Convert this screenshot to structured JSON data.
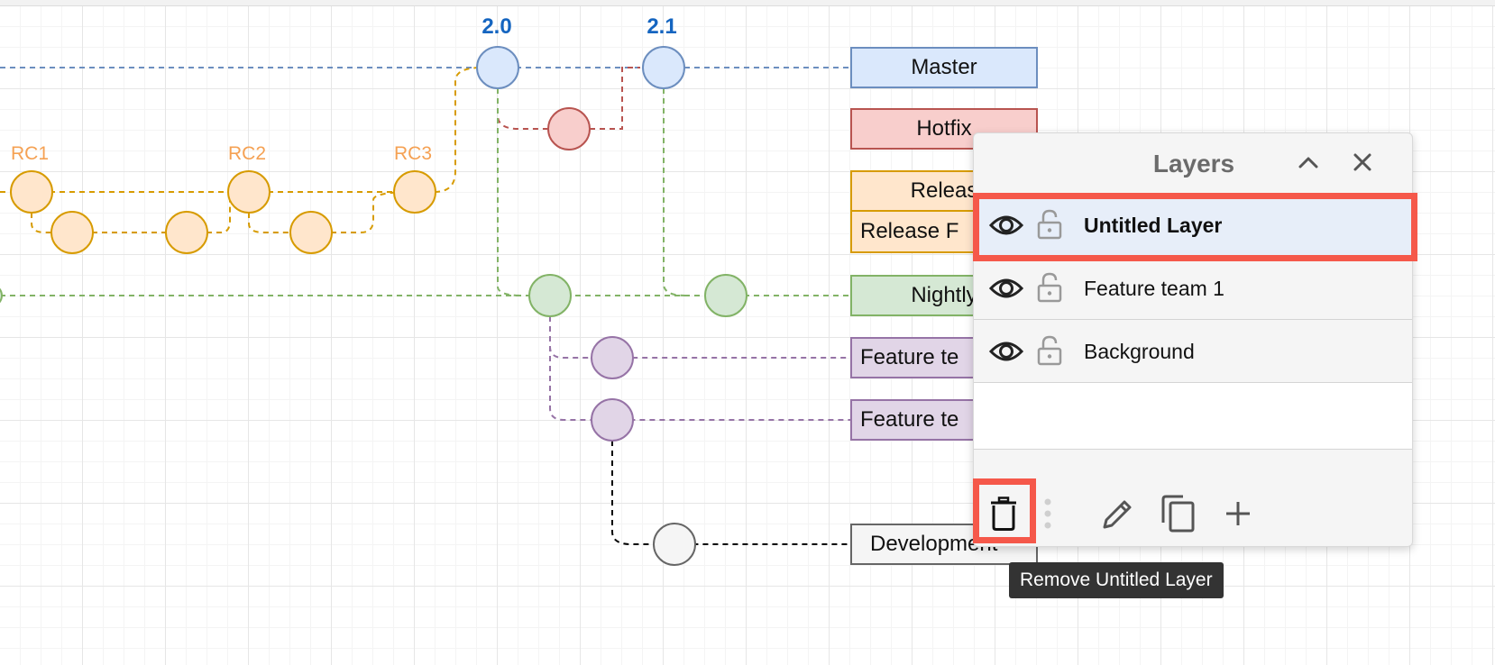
{
  "diagram": {
    "version_labels": [
      "2.0",
      "2.1"
    ],
    "rc_labels": [
      "RC1",
      "RC2",
      "RC3"
    ],
    "branches": {
      "master": "Master",
      "hotfix": "Hotfix",
      "release": "Releas",
      "release2": "Release F",
      "nightly": "Nightly",
      "feature1": "Feature te",
      "feature2": "Feature te",
      "development": "Development"
    },
    "colors": {
      "master_fill": "#dae8fc",
      "master_stroke": "#6c8ebf",
      "hotfix_fill": "#f8cecc",
      "hotfix_stroke": "#b85450",
      "release_fill": "#ffe6cc",
      "release_stroke": "#d79b00",
      "nightly_fill": "#d5e8d4",
      "nightly_stroke": "#82b366",
      "feature_fill": "#e1d5e7",
      "feature_stroke": "#9673a6",
      "dev_fill": "#f5f5f5",
      "dev_stroke": "#666666",
      "highlight": "#f5584a"
    }
  },
  "layers_panel": {
    "title": "Layers",
    "collapse_icon": "chevron-up-icon",
    "close_icon": "close-icon",
    "layers": [
      {
        "name": "Untitled Layer",
        "selected": true,
        "visible": true,
        "locked": false
      },
      {
        "name": "Feature team 1",
        "selected": false,
        "visible": true,
        "locked": false
      },
      {
        "name": "Background",
        "selected": false,
        "visible": true,
        "locked": false
      }
    ],
    "toolbar": {
      "delete_icon": "trash-icon",
      "menu_icon": "vertical-dots-icon",
      "edit_icon": "pencil-icon",
      "duplicate_icon": "duplicate-icon",
      "add_icon": "plus-icon"
    },
    "tooltip": "Remove Untitled Layer"
  }
}
